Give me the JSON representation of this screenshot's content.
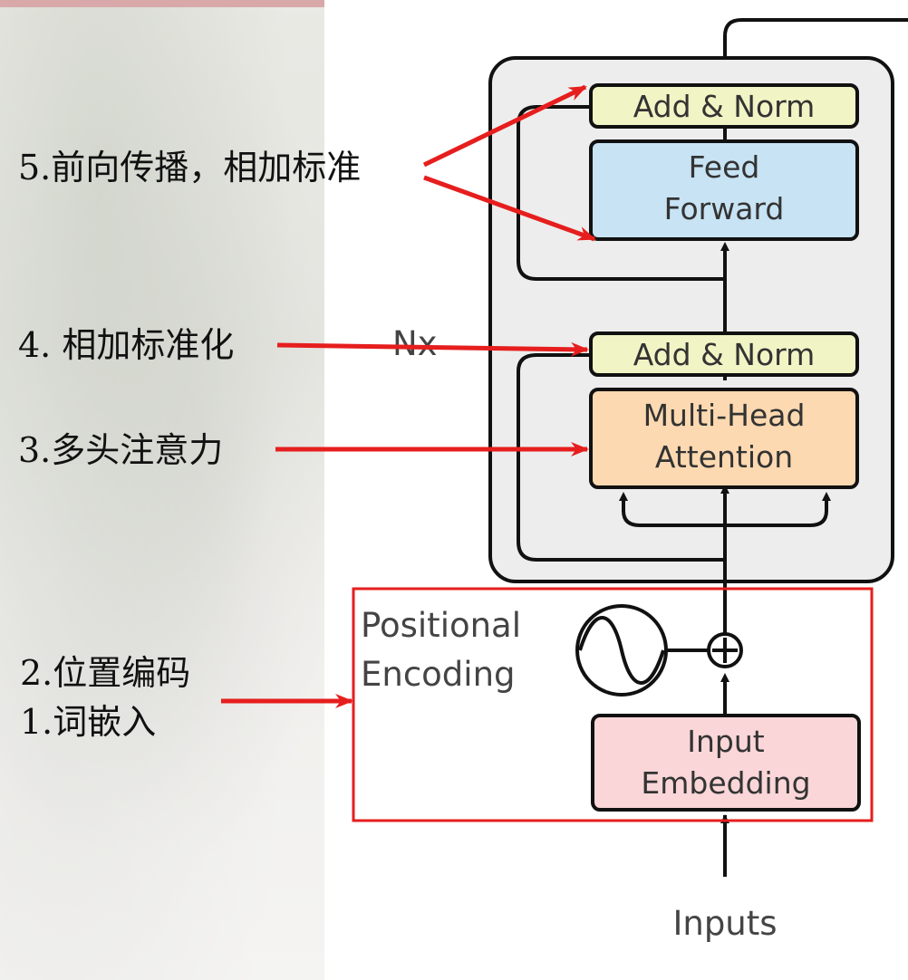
{
  "colors": {
    "add_norm": "#f1f4c4",
    "feed_forward": "#c7e3f4",
    "attention": "#fcd9b1",
    "embedding": "#fad6d8",
    "block_bg": "#ededed",
    "highlight_red": "#e61e1e"
  },
  "diagram": {
    "add_norm_top": "Add & Norm",
    "feed_forward_line1": "Feed",
    "feed_forward_line2": "Forward",
    "nx_label": "Nx",
    "add_norm_mid": "Add & Norm",
    "attention_line1": "Multi-Head",
    "attention_line2": "Attention",
    "positional_line1": "Positional",
    "positional_line2": "Encoding",
    "embedding_line1": "Input",
    "embedding_line2": "Embedding",
    "inputs_label": "Inputs",
    "sine-icon": "sine-wave-icon",
    "plus-icon": "circled-plus-icon"
  },
  "annotations": {
    "step5": "5.前向传播，相加标准",
    "step4": "4. 相加标准化",
    "step3": "3.多头注意力",
    "step2": "2.位置编码",
    "step1": "1.词嵌入"
  }
}
